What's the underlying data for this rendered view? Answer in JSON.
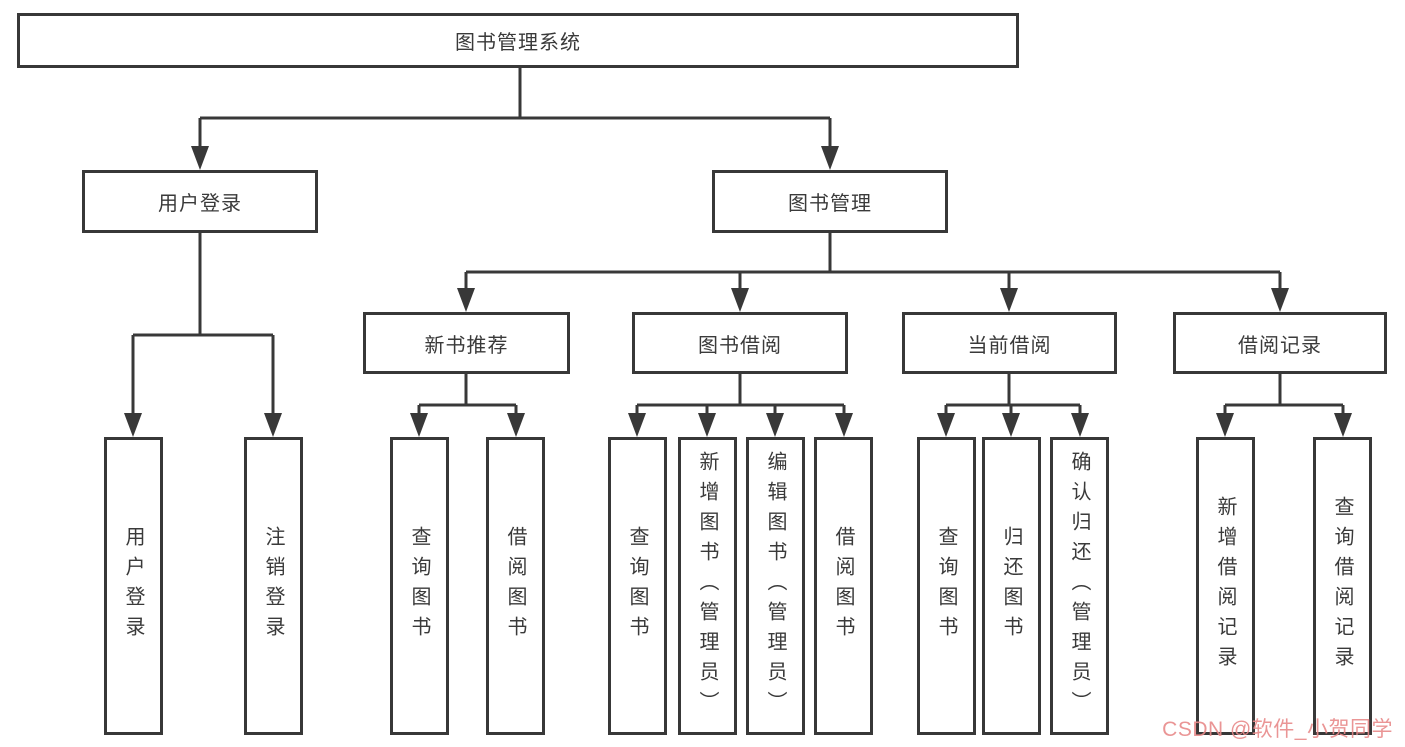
{
  "nodes": {
    "root": "图书管理系统",
    "user_login": "用户登录",
    "book_mgmt": "图书管理",
    "new_book_rec": "新书推荐",
    "book_borrow": "图书借阅",
    "current_borrow": "当前借阅",
    "borrow_record": "借阅记录",
    "leaf_user_login": "用户登录",
    "leaf_logout": "注销登录",
    "leaf_rec_query": "查询图书",
    "leaf_rec_borrow": "借阅图书",
    "leaf_bor_query": "查询图书",
    "leaf_bor_add": "新增图书（管理员）",
    "leaf_bor_edit": "编辑图书（管理员）",
    "leaf_bor_borrow": "借阅图书",
    "leaf_cur_query": "查询图书",
    "leaf_cur_return": "归还图书",
    "leaf_cur_confirm": "确认归还（管理员）",
    "leaf_rcd_add": "新增借阅记录",
    "leaf_rcd_query": "查询借阅记录"
  },
  "hierarchy": {
    "root": [
      "user_login",
      "book_mgmt"
    ],
    "user_login": [
      "leaf_user_login",
      "leaf_logout"
    ],
    "book_mgmt": [
      "new_book_rec",
      "book_borrow",
      "current_borrow",
      "borrow_record"
    ],
    "new_book_rec": [
      "leaf_rec_query",
      "leaf_rec_borrow"
    ],
    "book_borrow": [
      "leaf_bor_query",
      "leaf_bor_add",
      "leaf_bor_edit",
      "leaf_bor_borrow"
    ],
    "current_borrow": [
      "leaf_cur_query",
      "leaf_cur_return",
      "leaf_cur_confirm"
    ],
    "borrow_record": [
      "leaf_rcd_add",
      "leaf_rcd_query"
    ]
  },
  "watermark": "CSDN @软件_小贺同学",
  "colors": {
    "line": "#383838",
    "text": "#3a3a3a",
    "box_background": "#ffffff",
    "watermark": "#e88989",
    "background": "#ffffff"
  }
}
